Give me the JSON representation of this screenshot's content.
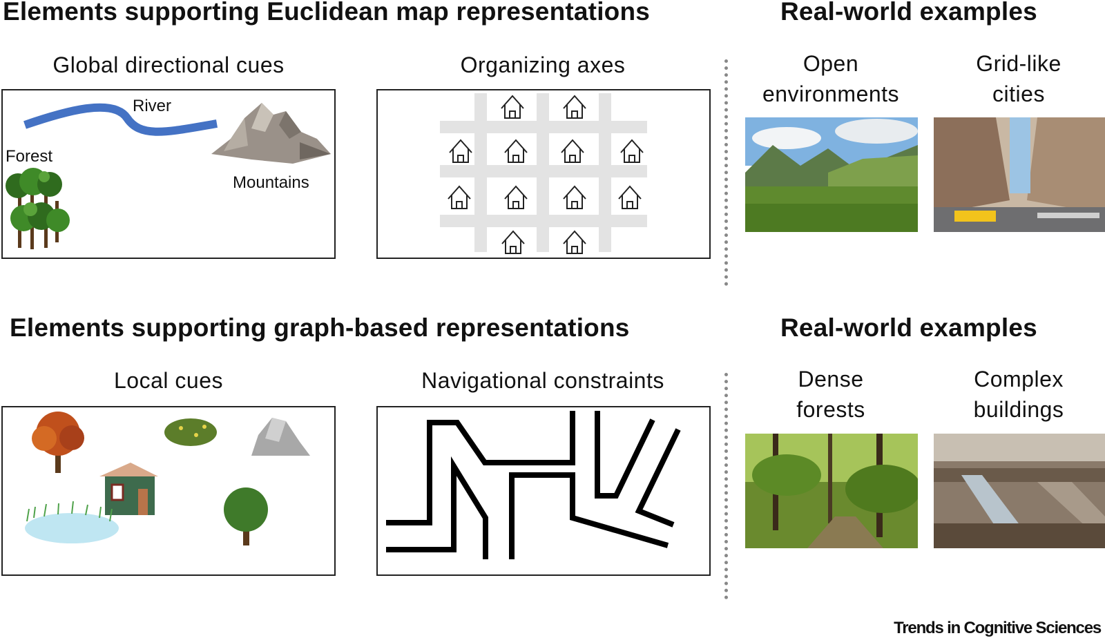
{
  "top": {
    "heading": "Elements supporting Euclidean map representations",
    "real_world_heading": "Real-world examples",
    "panel_left": {
      "title": "Global directional cues",
      "labels": {
        "river": "River",
        "forest": "Forest",
        "mountains": "Mountains"
      }
    },
    "panel_right": {
      "title": "Organizing axes"
    },
    "examples": [
      {
        "title_line1": "Open",
        "title_line2": "environments"
      },
      {
        "title_line1": "Grid-like",
        "title_line2": "cities"
      }
    ]
  },
  "bottom": {
    "heading": "Elements supporting graph-based representations",
    "real_world_heading": "Real-world examples",
    "panel_left": {
      "title": "Local cues"
    },
    "panel_right": {
      "title": "Navigational constraints"
    },
    "examples": [
      {
        "title_line1": "Dense",
        "title_line2": "forests"
      },
      {
        "title_line1": "Complex",
        "title_line2": "buildings"
      }
    ]
  },
  "credit": "Trends in Cognitive Sciences"
}
